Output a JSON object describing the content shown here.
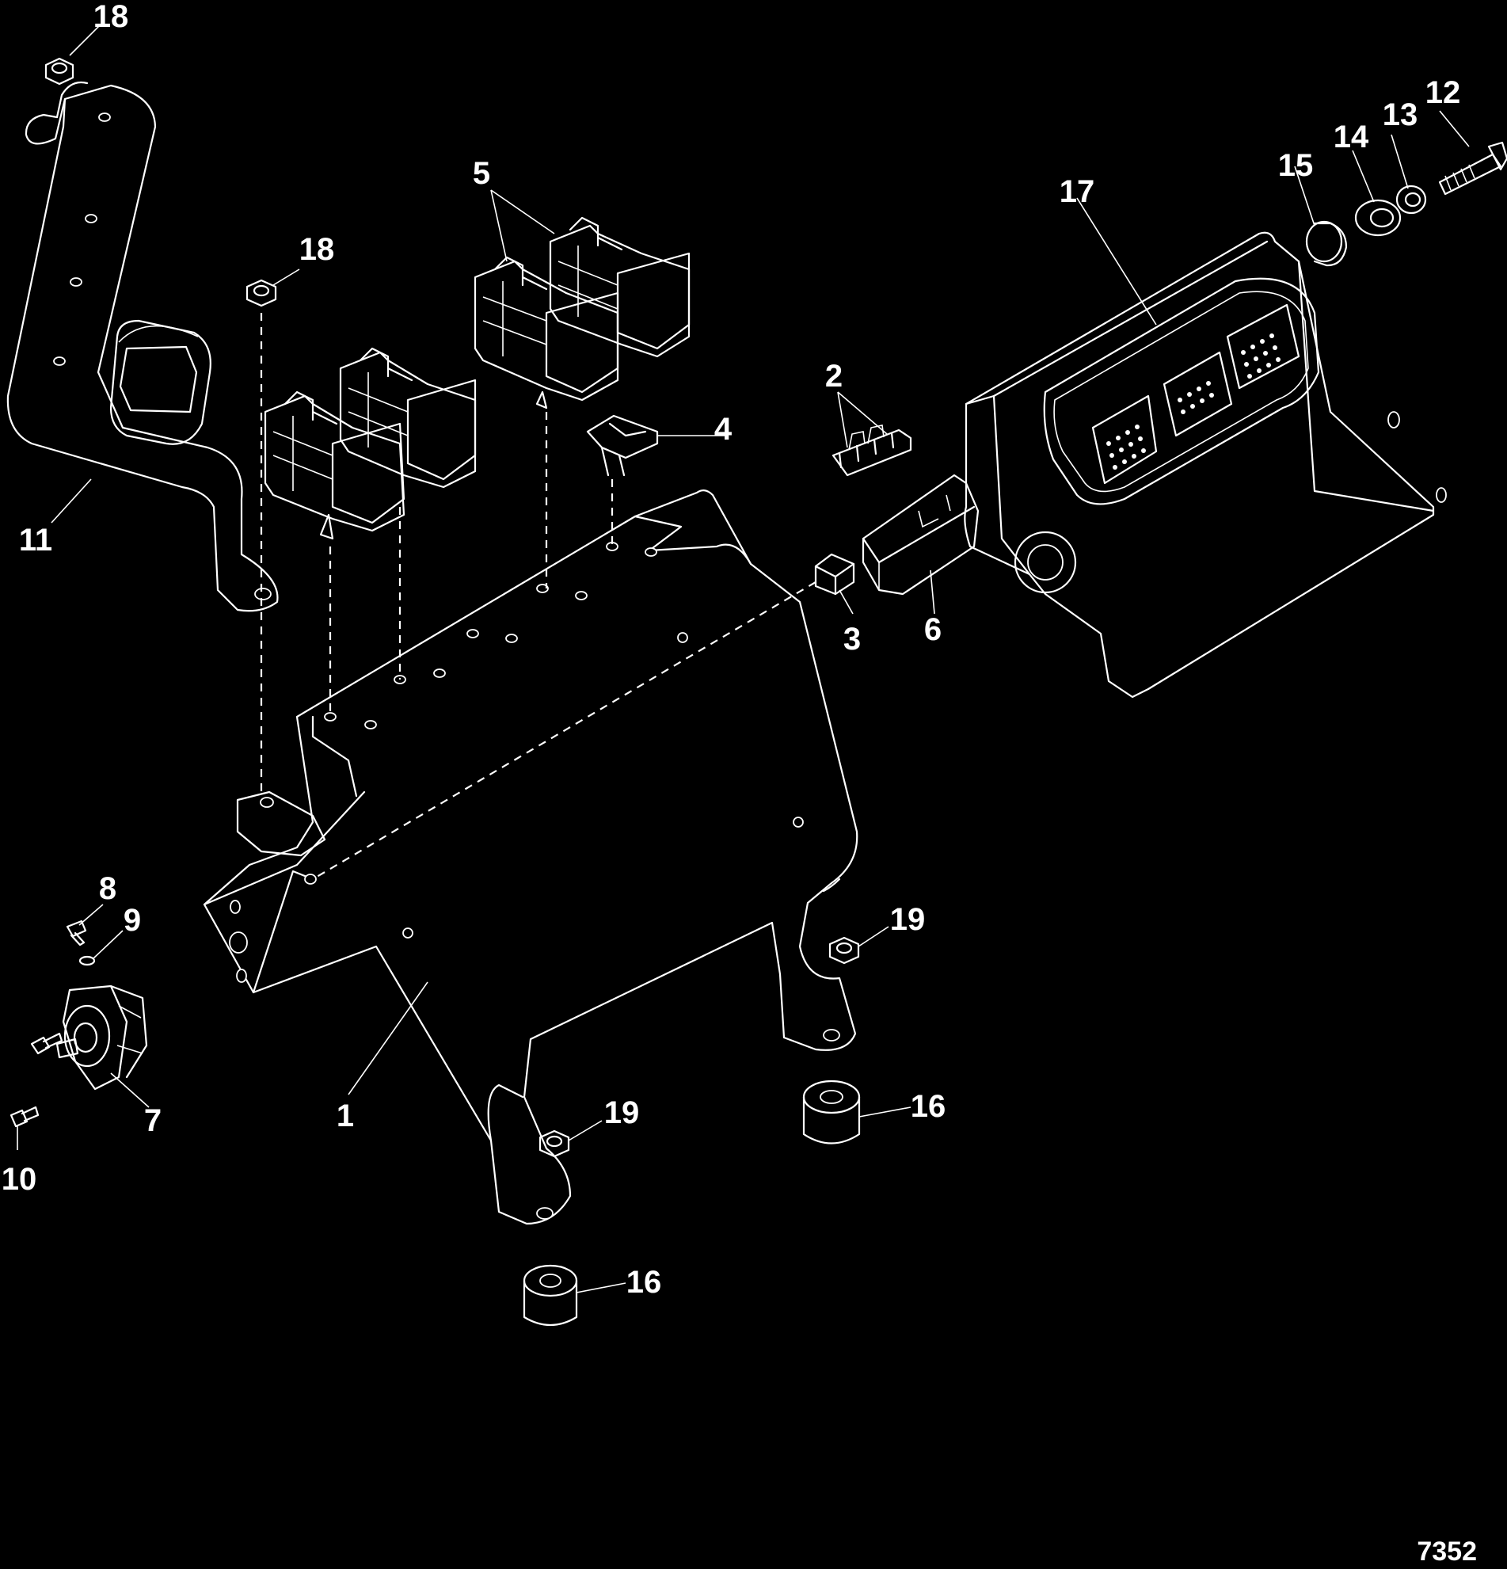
{
  "diagram": {
    "reference_number": "7352",
    "callouts": [
      {
        "id": "c1",
        "label": "1"
      },
      {
        "id": "c2",
        "label": "2"
      },
      {
        "id": "c3",
        "label": "3"
      },
      {
        "id": "c4",
        "label": "4"
      },
      {
        "id": "c5",
        "label": "5"
      },
      {
        "id": "c6",
        "label": "6"
      },
      {
        "id": "c7",
        "label": "7"
      },
      {
        "id": "c8",
        "label": "8"
      },
      {
        "id": "c9",
        "label": "9"
      },
      {
        "id": "c10",
        "label": "10"
      },
      {
        "id": "c11",
        "label": "11"
      },
      {
        "id": "c12",
        "label": "12"
      },
      {
        "id": "c13",
        "label": "13"
      },
      {
        "id": "c14",
        "label": "14"
      },
      {
        "id": "c15",
        "label": "15"
      },
      {
        "id": "c16a",
        "label": "16"
      },
      {
        "id": "c16b",
        "label": "16"
      },
      {
        "id": "c17",
        "label": "17"
      },
      {
        "id": "c18a",
        "label": "18"
      },
      {
        "id": "c18b",
        "label": "18"
      },
      {
        "id": "c19a",
        "label": "19"
      },
      {
        "id": "c19b",
        "label": "19"
      }
    ]
  }
}
